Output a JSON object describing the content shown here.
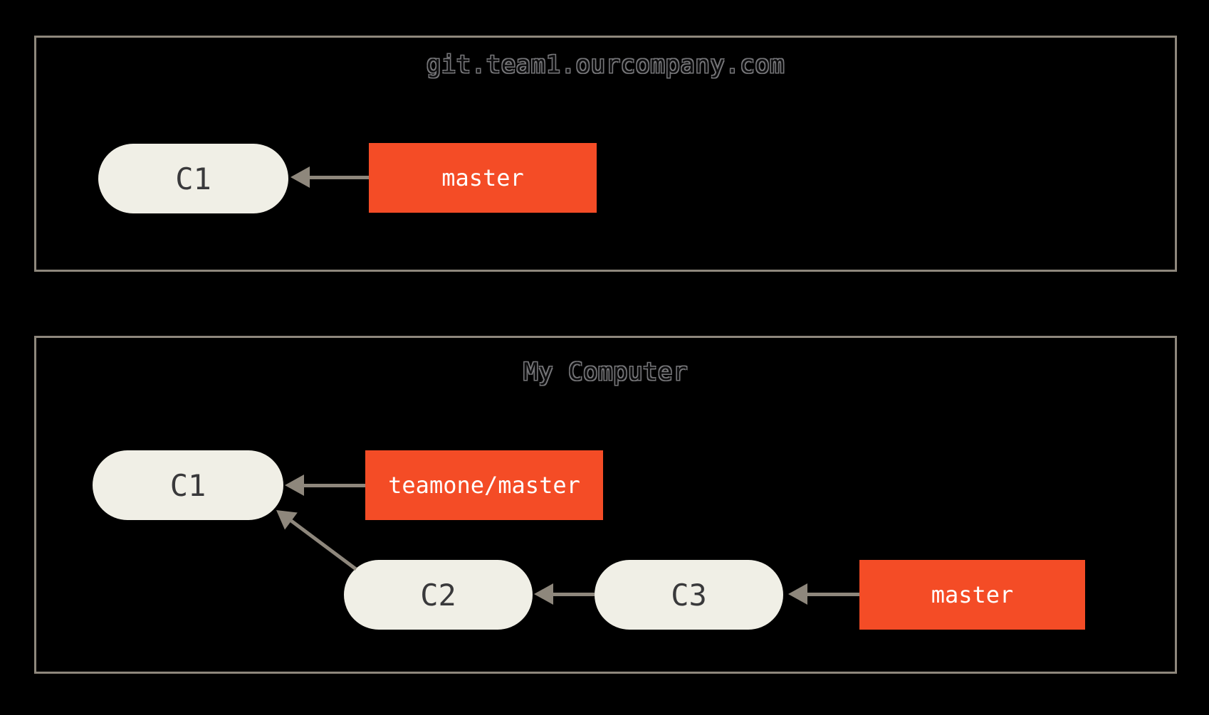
{
  "colors": {
    "background": "#000000",
    "panel_border": "#8E877C",
    "arrow": "#8E877C",
    "commit_node_fill": "#F0EFE6",
    "commit_node_text": "#39393B",
    "branch_box_fill": "#F44C26",
    "branch_box_text": "#FFFFFF",
    "panel_title_outline": "#77777A"
  },
  "remote_panel": {
    "title": "git.team1.ourcompany.com",
    "commits": [
      {
        "label": "C1"
      }
    ],
    "branches": [
      {
        "label": "master"
      }
    ]
  },
  "local_panel": {
    "title": "My Computer",
    "commits": [
      {
        "label": "C1"
      },
      {
        "label": "C2"
      },
      {
        "label": "C3"
      }
    ],
    "branches": [
      {
        "label": "teamone/master"
      },
      {
        "label": "master"
      }
    ]
  }
}
